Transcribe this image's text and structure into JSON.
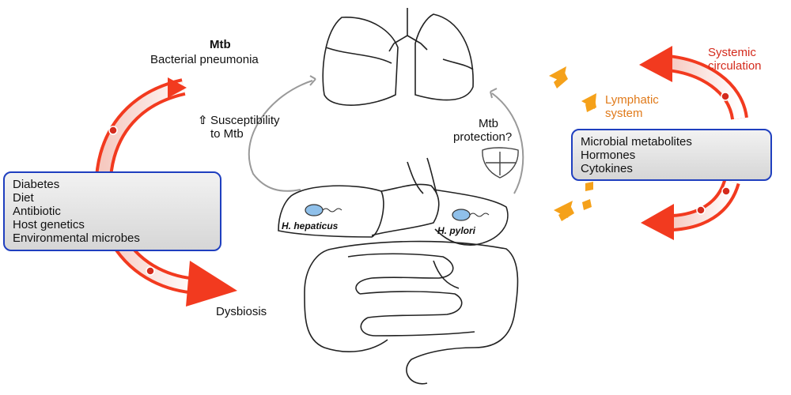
{
  "colors": {
    "red_arrow": "#f23a1f",
    "orange_arrow": "#f5a11a",
    "box_border": "#1f3fbf",
    "organ_stroke": "#222222"
  },
  "labels": {
    "mtb": "Mtb",
    "bacterial_pneumonia": "Bacterial pneumonia",
    "susceptibility_arrow": "⇧",
    "susceptibility_line1": "Susceptibility",
    "susceptibility_line2": "to Mtb",
    "mtb_protection_line1": "Mtb",
    "mtb_protection_line2": "protection?",
    "h_hepaticus": "H. hepaticus",
    "h_pylori": "H. pylori",
    "dysbiosis": "Dysbiosis",
    "lymphatic_line1": "Lymphatic",
    "lymphatic_line2": "system",
    "systemic_line1": "Systemic",
    "systemic_line2": "circulation"
  },
  "left_box": {
    "items": [
      "Diabetes",
      "Diet",
      "Antibiotic",
      "Host genetics",
      "Environmental microbes"
    ]
  },
  "right_box": {
    "items": [
      "Microbial metabolites",
      "Hormones",
      "Cytokines"
    ]
  }
}
